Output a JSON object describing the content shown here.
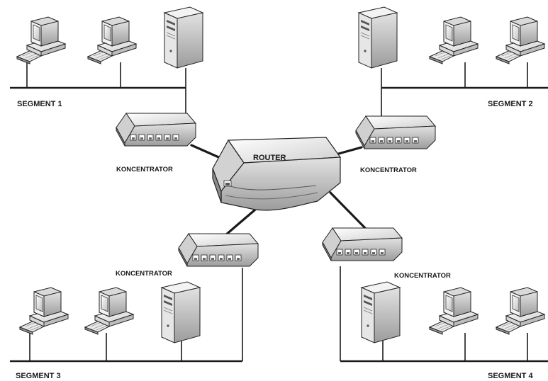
{
  "labels": {
    "router": "ROUTER",
    "hub": "KONCENTRATOR",
    "segment1": "SEGMENT 1",
    "segment2": "SEGMENT 2",
    "segment3": "SEGMENT 3",
    "segment4": "SEGMENT 4"
  },
  "icons": {
    "router": "router-icon",
    "hub": "hub-icon",
    "workstation": "workstation-icon",
    "server": "server-tower-icon"
  },
  "colors": {
    "line": "#1a1a1a",
    "device_light": "#f4f4f4",
    "device_mid": "#d4d4d4",
    "device_dark": "#9a9a9a",
    "background": "#ffffff"
  }
}
